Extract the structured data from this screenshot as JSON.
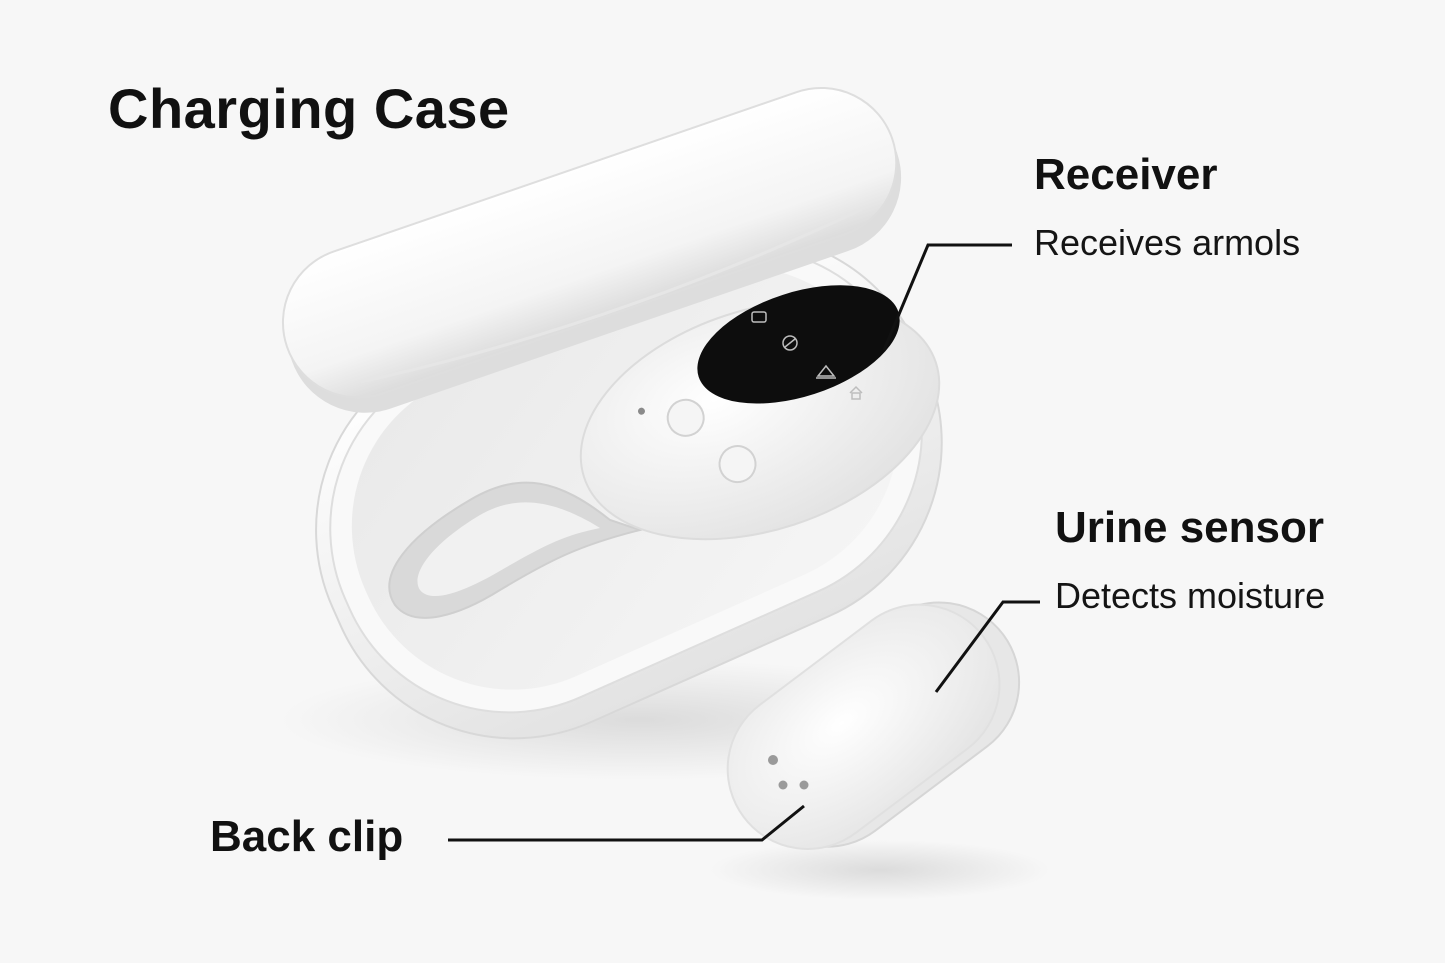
{
  "title": "Charging Case",
  "callouts": {
    "receiver": {
      "title": "Receiver",
      "description": "Receives armols"
    },
    "sensor": {
      "title": "Urine sensor",
      "description": "Detects moisture"
    },
    "clip": {
      "title": "Back clip"
    }
  },
  "screen_icons": [
    "battery-icon",
    "signal-icon",
    "bell-icon",
    "home-signal-icon"
  ],
  "colors": {
    "background": "#f7f7f7",
    "device": "#ffffff",
    "screen": "#0d0d0d",
    "text": "#111111"
  }
}
